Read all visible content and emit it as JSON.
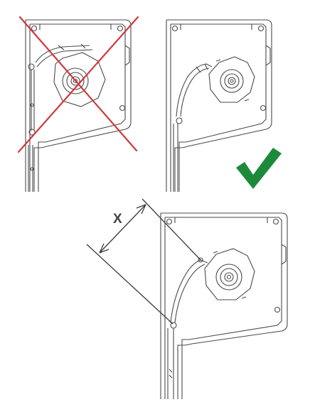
{
  "colors": {
    "line": "#4a4a4a",
    "light_line": "#9a9a9a",
    "cross": "#d0383c",
    "check": "#1c8a3a",
    "dimension": "#3a3a3a"
  },
  "panels": [
    {
      "name": "incorrect-installation",
      "status": "cross-icon"
    },
    {
      "name": "correct-installation",
      "status": "check-icon"
    },
    {
      "name": "measurement",
      "status": "dimension-arrow-icon"
    }
  ],
  "dimension": {
    "label": "X"
  }
}
